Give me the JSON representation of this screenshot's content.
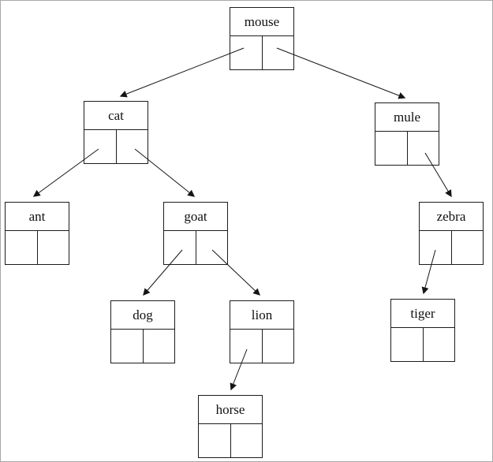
{
  "diagram": {
    "type": "binary-search-tree",
    "nodes": [
      {
        "id": "mouse",
        "label": "mouse"
      },
      {
        "id": "cat",
        "label": "cat"
      },
      {
        "id": "mule",
        "label": "mule"
      },
      {
        "id": "ant",
        "label": "ant"
      },
      {
        "id": "goat",
        "label": "goat"
      },
      {
        "id": "zebra",
        "label": "zebra"
      },
      {
        "id": "dog",
        "label": "dog"
      },
      {
        "id": "lion",
        "label": "lion"
      },
      {
        "id": "tiger",
        "label": "tiger"
      },
      {
        "id": "horse",
        "label": "horse"
      }
    ],
    "edges": [
      {
        "from": "mouse",
        "pointer": "left",
        "to": "cat"
      },
      {
        "from": "mouse",
        "pointer": "right",
        "to": "mule"
      },
      {
        "from": "cat",
        "pointer": "left",
        "to": "ant"
      },
      {
        "from": "cat",
        "pointer": "right",
        "to": "goat"
      },
      {
        "from": "mule",
        "pointer": "right",
        "to": "zebra"
      },
      {
        "from": "goat",
        "pointer": "left",
        "to": "dog"
      },
      {
        "from": "goat",
        "pointer": "right",
        "to": "lion"
      },
      {
        "from": "lion",
        "pointer": "left",
        "to": "horse"
      },
      {
        "from": "zebra",
        "pointer": "left",
        "to": "tiger"
      }
    ],
    "colors": {
      "line": "#151515",
      "box_border": "#1c1c1c",
      "background": "#ffffff"
    }
  }
}
